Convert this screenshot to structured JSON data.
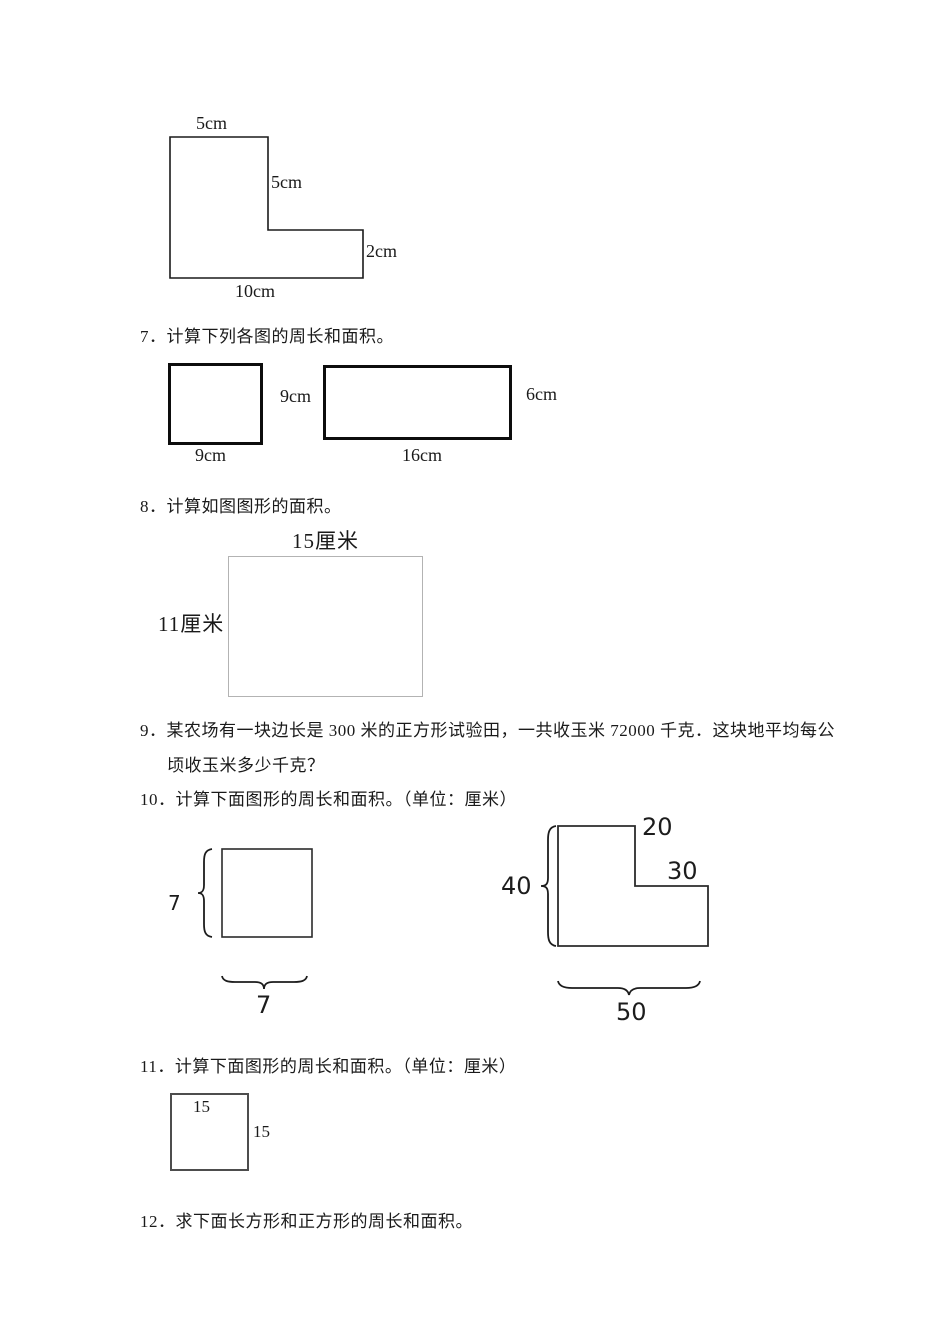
{
  "colors": {
    "background": "#ffffff",
    "text": "#1a1a1a",
    "line": "#1a1a1a",
    "thick_border": "#0d0d0d",
    "light_border": "#b3b3b3"
  },
  "figure6": {
    "top_label": "5cm",
    "step_label": "5cm",
    "right_label": "2cm",
    "bottom_label": "10cm"
  },
  "q7": {
    "title": "7．计算下列各图的周长和面积。",
    "square": {
      "right_label": "9cm",
      "bottom_label": "9cm"
    },
    "rectangle": {
      "right_label": "6cm",
      "bottom_label": "16cm"
    }
  },
  "q8": {
    "title": "8．计算如图图形的面积。",
    "figure": {
      "top_label": "15厘米",
      "left_label": "11厘米"
    }
  },
  "q9": {
    "line1": "9．某农场有一块边长是 300 米的正方形试验田，一共收玉米 72000 千克．这块地平均每公",
    "line2": "顷收玉米多少千克？"
  },
  "q10": {
    "title": "10．计算下面图形的周长和面积。（单位：厘米）",
    "square": {
      "left_label": "7",
      "bottom_label": "7"
    },
    "lshape": {
      "top_label": "20",
      "step_label": "30",
      "left_label": "40",
      "bottom_label": "50"
    }
  },
  "q11": {
    "title": "11．计算下面图形的周长和面积。（单位：厘米）",
    "figure": {
      "top_label": "15",
      "right_label": "15"
    }
  },
  "q12": {
    "title": "12．求下面长方形和正方形的周长和面积。"
  }
}
